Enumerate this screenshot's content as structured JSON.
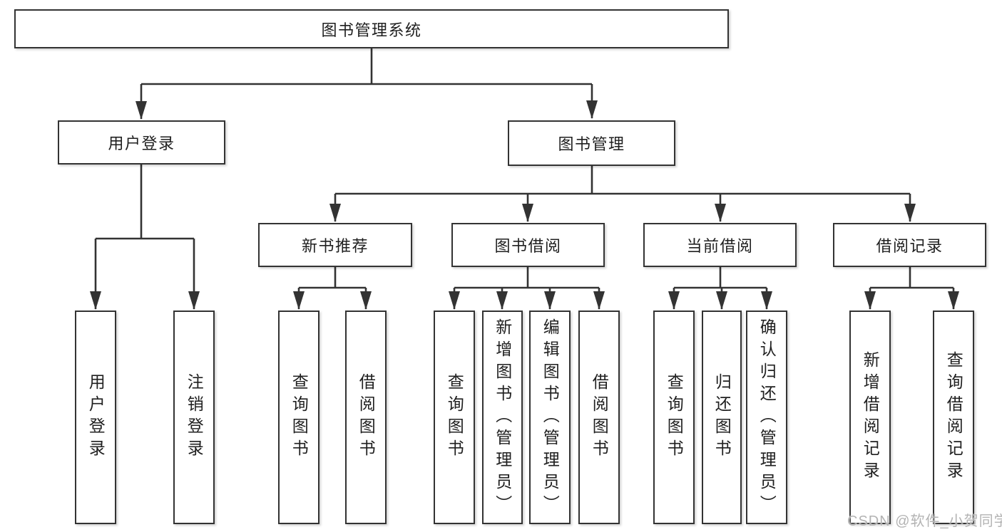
{
  "diagram": {
    "root": {
      "label": "图书管理系统"
    },
    "user_login": {
      "label": "用户登录",
      "children": [
        {
          "label": "用户登录"
        },
        {
          "label": "注销登录"
        }
      ]
    },
    "book_mgmt": {
      "label": "图书管理"
    },
    "modules": [
      {
        "label": "新书推荐",
        "children": [
          {
            "label": "查询图书"
          },
          {
            "label": "借阅图书"
          }
        ]
      },
      {
        "label": "图书借阅",
        "children": [
          {
            "label": "查询图书"
          },
          {
            "label": "新增图书（管理员）"
          },
          {
            "label": "编辑图书（管理员）"
          },
          {
            "label": "借阅图书"
          }
        ]
      },
      {
        "label": "当前借阅",
        "children": [
          {
            "label": "查询图书"
          },
          {
            "label": "归还图书"
          },
          {
            "label": "确认归还（管理员）"
          }
        ]
      },
      {
        "label": "借阅记录",
        "children": [
          {
            "label": "新增借阅记录"
          },
          {
            "label": "查询借阅记录"
          }
        ]
      }
    ]
  },
  "watermark": "CSDN @软件_小贺同学",
  "colors": {
    "line": "#333333",
    "box_border": "#333333",
    "box_fill": "#ffffff",
    "text": "#1f1f1f",
    "watermark": "#b3b3b3",
    "background": "#ffffff"
  }
}
